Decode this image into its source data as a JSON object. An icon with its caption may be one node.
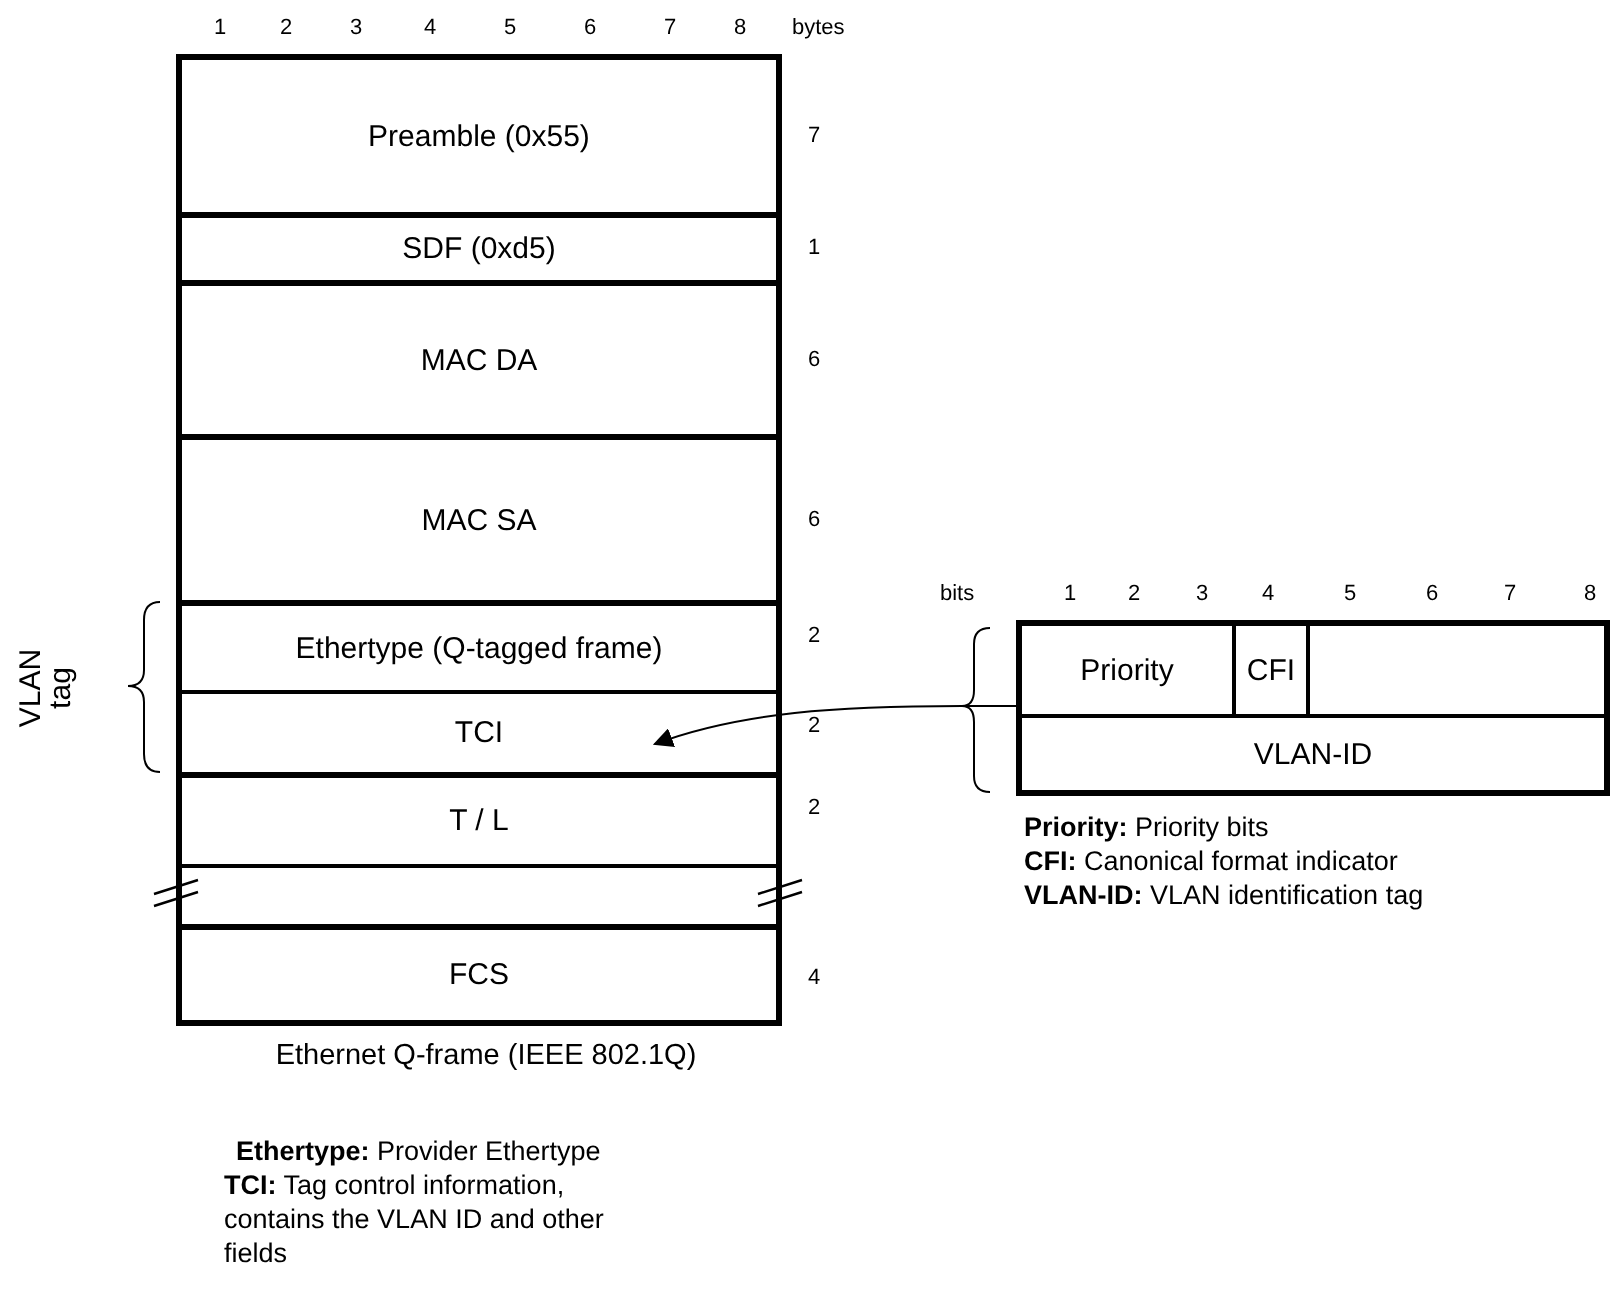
{
  "diagram": {
    "caption": "Ethernet Q-frame (IEEE 802.1Q)",
    "nodes": [
      {
        "text": [
          "Preamble (0x55)"
        ],
        "beside": [
          "7"
        ]
      },
      {
        "text": [
          "SDF (0xd5)"
        ],
        "beside": [
          "1"
        ]
      },
      {
        "text": [
          "MAC DA"
        ],
        "beside": [
          "6"
        ]
      },
      {
        "text": [
          "MAC SA"
        ],
        "beside": [
          "6"
        ]
      },
      {
        "text": [
          "Ethertype (Q-tagged frame)"
        ],
        "beside": [
          "2"
        ]
      },
      {
        "text": [
          "TCI"
        ],
        "beside": [
          "2"
        ]
      },
      {
        "text": [
          "T / L"
        ],
        "beside": [
          "2"
        ]
      },
      {
        "text": [],
        "shape": "box"
      },
      {
        "text": [
          "FCS"
        ],
        "beside": [
          "4"
        ]
      },
      {
        "text": [],
        "shape": "box"
      },
      {
        "text": [
          "Priority"
        ],
        "in": 9
      },
      {
        "text": [
          "CFI"
        ],
        "in": 9
      },
      {
        "text": [
          "VLAN-ID"
        ],
        "in": 9
      }
    ],
    "edges": [
      {
        "from": 9,
        "to": 5,
        "arrow": "to"
      }
    ],
    "labels": [
      "1",
      "2",
      "3",
      "4",
      "5",
      "6",
      "7",
      "8",
      "bytes",
      "bits",
      "1",
      "2",
      "3",
      "4",
      "5",
      "6",
      "7",
      "8",
      "VLAN tag",
      "**Priority:** Priority bits",
      "**CFI:** Canonical format indicator",
      "**VLAN-ID:** VLAN identification tag",
      "**Ethertype:** Provider Ethertype",
      "**TCI:** Tag control information, contains the VLAN ID and other fields"
    ]
  }
}
